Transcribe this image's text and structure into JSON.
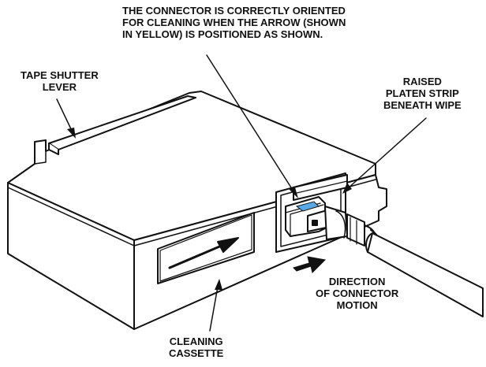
{
  "labels": {
    "orientation_note": "THE CONNECTOR IS CORRECTLY ORIENTED\nFOR CLEANING WHEN THE ARROW (SHOWN\nIN YELLOW) IS POSITIONED AS SHOWN.",
    "tape_shutter_lever": "TAPE SHUTTER\nLEVER",
    "raised_platen_strip": "RAISED\nPLATEN STRIP\nBENEATH WIPE",
    "direction_of_motion": "DIRECTION\nOF CONNECTOR\nMOTION",
    "cleaning_cassette": "CLEANING\nCASSETTE"
  },
  "colors": {
    "line": "#111111",
    "fill": "#ffffff",
    "arrow_highlight": "#5aa9e6"
  }
}
